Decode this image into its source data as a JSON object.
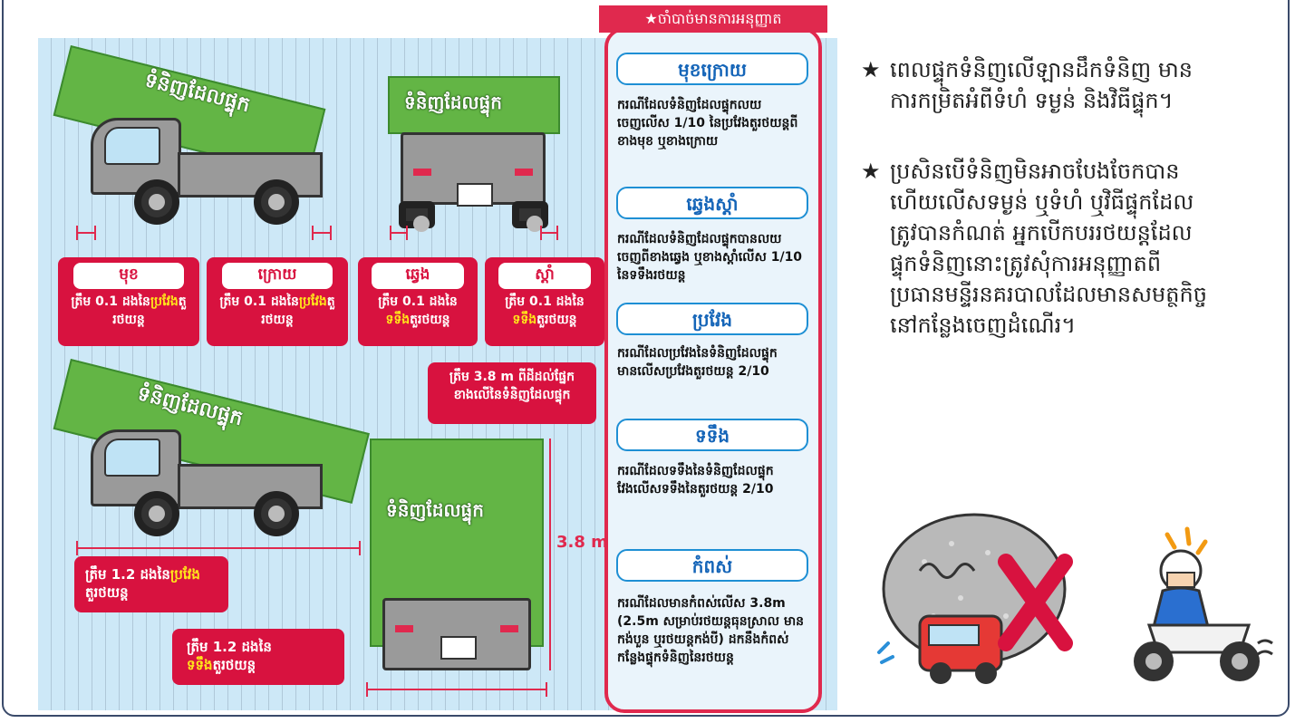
{
  "labels": {
    "cargo": "ទំនិញដែលផ្ទុក",
    "dimension_38": "3.8 m",
    "height_note": "ត្រឹម 3.8 m ពីដីដល់ផ្នែកខាងលើនៃទំនិញដែលផ្ទុក"
  },
  "cards": [
    {
      "title": "មុខ",
      "desc_a": "ត្រឹម 0.1 ដងនៃ",
      "desc_hl": "ប្រវែង",
      "desc_b": "តួរថយន្ត"
    },
    {
      "title": "ក្រោយ",
      "desc_a": "ត្រឹម 0.1 ដងនៃ",
      "desc_hl": "ប្រវែង",
      "desc_b": "តួរថយន្ត"
    },
    {
      "title": "ឆ្វេង",
      "desc_a": "ត្រឹម 0.1 ដងនៃ",
      "desc_hl": "ទទឹង",
      "desc_b": "តួរថយន្ត"
    },
    {
      "title": "ស្តាំ",
      "desc_a": "ត្រឹម 0.1 ដងនៃ",
      "desc_hl": "ទទឹង",
      "desc_b": "តួរថយន្ត"
    }
  ],
  "limit_length": {
    "a": "ត្រឹម 1.2 ដងនៃ",
    "hl": "ប្រវែង",
    "b": "តួរថយន្ត"
  },
  "limit_width": {
    "a": "ត្រឹម 1.2 ដងនៃ",
    "hl": "ទទឹង",
    "b": "តួរថយន្ត"
  },
  "side": {
    "tab": "★ចាំបាច់មានការអនុញ្ញាត",
    "sections": [
      {
        "heading": "មុខក្រោយ",
        "desc": "ករណីដែលទំនិញដែលផ្ទុកលយចេញលើស 1/10 នៃប្រវែងតួរថយន្តពីខាងមុខ ឬខាងក្រោយ"
      },
      {
        "heading": "ឆ្វេងស្តាំ",
        "desc": "ករណីដែលទំនិញដែលផ្ទុកបានលយចេញពីខាងឆ្វេង ឬខាងស្តាំលើស 1/10 នៃទទឹងរថយន្ត"
      },
      {
        "heading": "ប្រវែង",
        "desc": "ករណីដែលប្រវែងនៃទំនិញដែលផ្ទុក មានលើសប្រវែងតួរថយន្ត 2/10"
      },
      {
        "heading": "ទទឹង",
        "desc": "ករណីដែលទទឹងនៃទំនិញដែលផ្ទុកវែងលើសទទឹងនៃតួរថយន្ត 2/10"
      },
      {
        "heading": "កំពស់",
        "desc": "ករណីដែលមានកំពស់លើស 3.8m (2.5m សម្រាប់រថយន្តធុនស្រាល មានកង់បួន ឬរថយន្តកង់បី) ដកនឹងកំពស់កន្លែងផ្ទុកទំនិញនៃរថយន្ត"
      }
    ]
  },
  "bullets": [
    "ពេលផ្ទុកទំនិញលើឡានដឹកទំនិញ មាន\nការកម្រិតអំពីទំហំ ទម្ងន់ និងវិធីផ្ទុក។",
    "ប្រសិនបើទំនិញមិនអាចបែងចែកបាន\nហើយលើសទម្ងន់ ឬទំហំ ឬវិធីផ្ទុកដែល\nត្រូវបានកំណត់ អ្នកបើកបររថយន្តដែល\nផ្ទុកទំនិញនោះត្រូវសុំការអនុញ្ញាតពី\nប្រធានមន្ទីរនគរបាលដែលមានសមត្ថកិច្ច\nនៅកន្លែងចេញដំណើរ។"
  ],
  "colors": {
    "accent_red": "#e0294e",
    "card_red": "#d8123f",
    "cargo_green": "#63b545",
    "heading_blue": "#1565b8",
    "highlight_yellow": "#ffe51a"
  }
}
